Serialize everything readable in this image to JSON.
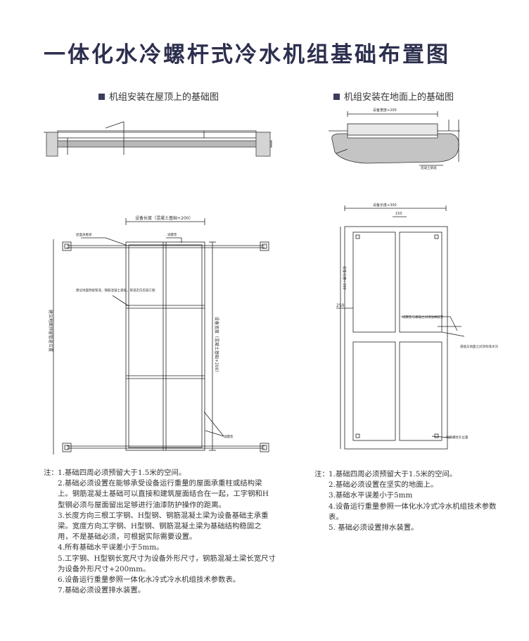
{
  "title": "一体化水冷螺杆式冷水机组基础布置图",
  "left": {
    "subtitle": "机组安装在屋顶上的基础图",
    "plan_labels": {
      "top_dim": "设备长度（混凝土基础+200）",
      "callout_1": "屋面承重梁",
      "callout_2": "减震垫",
      "callout_3": "建议地面预留管道，钢筋混凝土基础，管道走向见施工图",
      "side_dim": "设备宽度（混凝土基础+200）",
      "left_side": "建议地面预留管道位置",
      "callout_4": "减震垫"
    },
    "notes_label": "注：",
    "notes": [
      "1.基础四周必须预留大于1.5米的空间。",
      "2.基础必须设置在能够承受设备运行重量的屋面承重柱或结构梁上。钢筋混凝土基础可以直接和建筑屋面结合在一起，工字钢和H型钢必须与屋面留出足够进行油漆防护操作的距离。",
      "3.长度方向三根工字钢、H型钢、钢筋混凝土梁为设备基础主承重梁。宽度方向工字钢、H型钢、钢筋混凝土梁为基础结构稳固之用，不是基础必须，可根据实际需要设置。",
      "4.所有基础水平误差小于5mm。",
      "5.工字钢、H型钢长宽尺寸为设备外形尺寸，钢筋混凝土梁长宽尺寸为设备外形尺寸+200mm。",
      "6.设备运行重量参照一体化水冷式冷水机组技术参数表。",
      "7.基础必须设置排水装置。"
    ]
  },
  "right": {
    "subtitle": "机组安装在地面上的基础图",
    "plan_labels": {
      "section_top": "设备宽度+200",
      "section_note": "混凝土基础",
      "top_dim": "设备长度+300",
      "dim_150": "150",
      "side_dim": "设备长度+300",
      "dim_250": "250",
      "callout_1": "减震垫与基础之间须放橡胶垫",
      "callout_2": "基础与地面之间须有排水沟",
      "bottom_note": "地脚螺栓孔位置"
    },
    "notes_label": "注：",
    "notes": [
      "1.基础四周必须预留大于1.5米的空间。",
      "2.基础必须设置在坚实的地面上。",
      "3.基础水平误差小于5mm",
      "4.设备运行重量参照一体化水冷式冷水机组技术参数表。",
      "5. 基础必须设置排水装置。"
    ]
  }
}
